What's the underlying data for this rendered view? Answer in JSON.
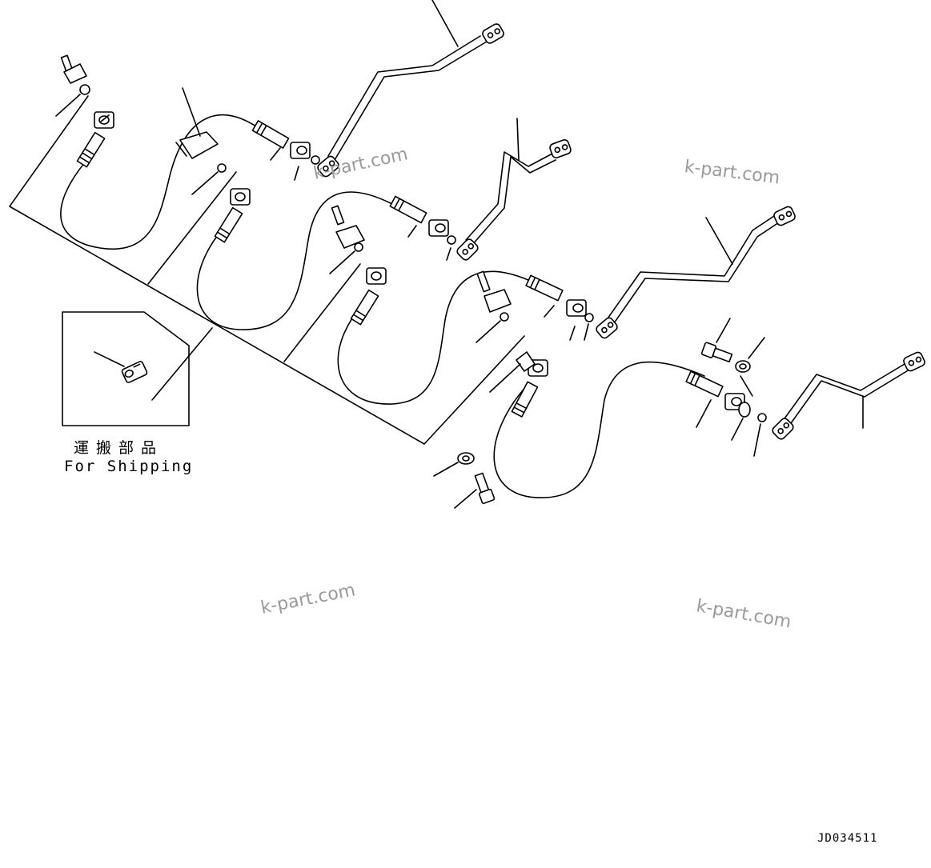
{
  "diagram": {
    "shipping_label_jp": "運搬部品",
    "shipping_label_en": "For Shipping",
    "drawing_number": "JD034511",
    "watermarks": [
      "k-part.com",
      "k-part.com",
      "k-part.com",
      "k-part.com"
    ],
    "line_color": "#000000",
    "watermark_color": "#9a9a9a"
  }
}
